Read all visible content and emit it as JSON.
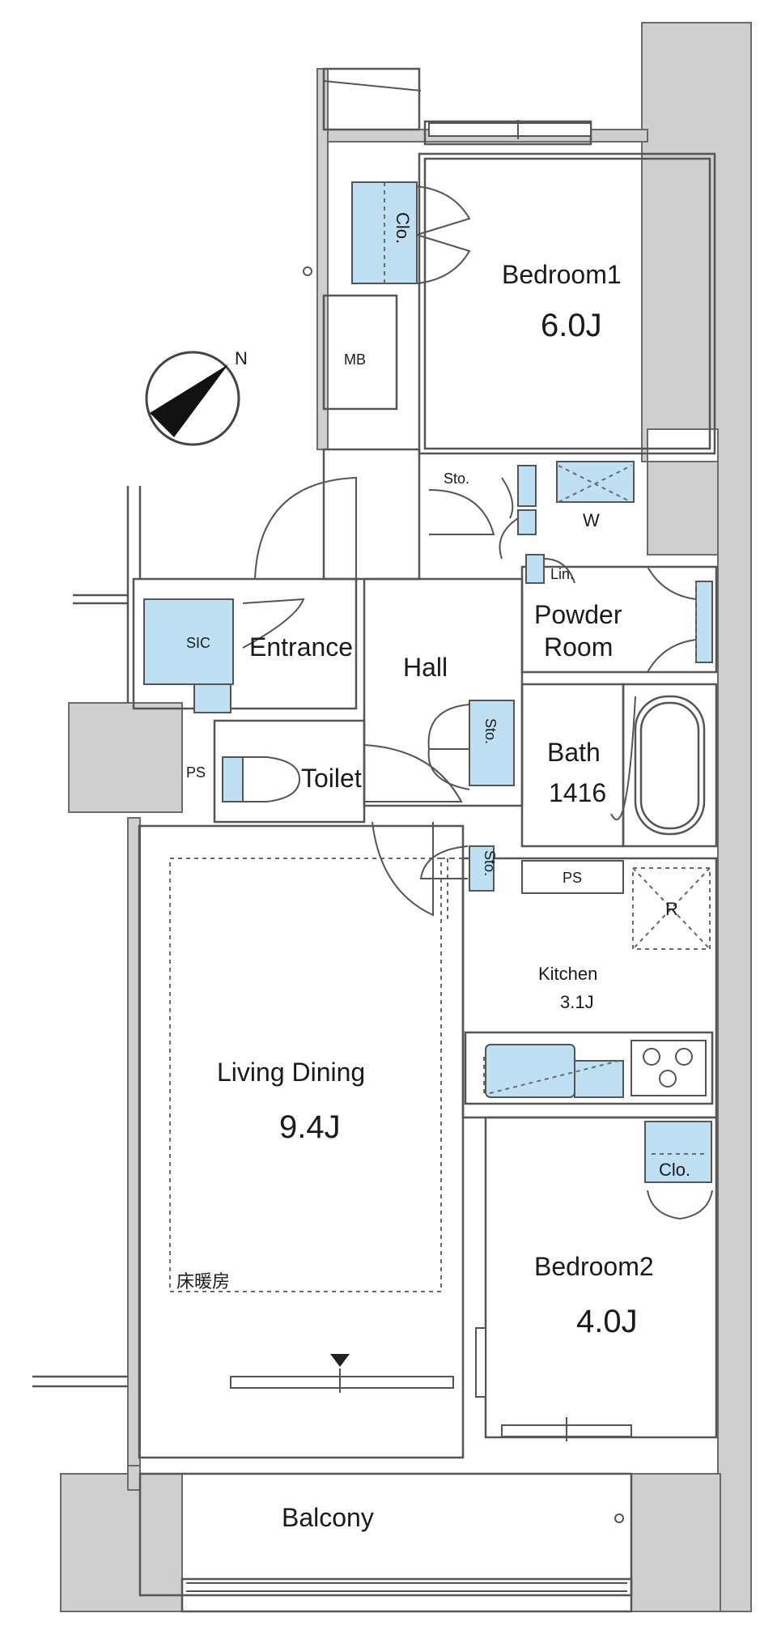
{
  "rooms": {
    "bedroom1": {
      "name": "Bedroom1",
      "size": "6.0J"
    },
    "bedroom2": {
      "name": "Bedroom2",
      "size": "4.0J"
    },
    "living": {
      "name": "Living Dining",
      "size": "9.4J",
      "floor_heating": "床暖房"
    },
    "kitchen": {
      "name": "Kitchen",
      "size": "3.1J"
    },
    "hall": "Hall",
    "entrance": "Entrance",
    "toilet": "Toilet",
    "bath": {
      "name": "Bath",
      "size": "1416"
    },
    "powder_room": {
      "line1": "Powder",
      "line2": "Room"
    },
    "balcony": "Balcony"
  },
  "fixtures": {
    "clo": "Clo.",
    "sto": "Sto.",
    "lin": "Lin.",
    "w": "W",
    "r": "R",
    "mb": "MB",
    "sic": "SIC",
    "ps": "PS"
  },
  "compass": {
    "north": "N"
  },
  "colors": {
    "wall": "#cfcfcf",
    "line": "#555555",
    "storage": "#bfe0f2",
    "dash": "#6a6a6a"
  }
}
